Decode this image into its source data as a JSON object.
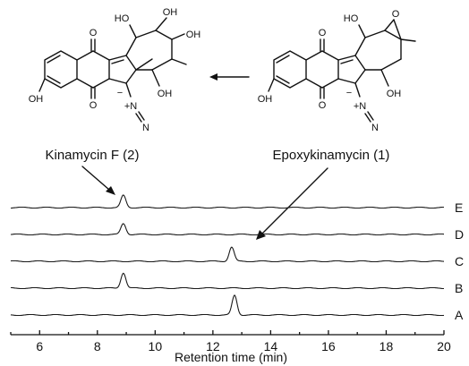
{
  "compounds": [
    {
      "name": "Kinamycin F (2)"
    },
    {
      "name": "Epoxykinamycin (1)"
    }
  ],
  "atoms": {
    "ho": "HO",
    "oh": "OH",
    "o": "O",
    "n_plus": "+N",
    "n": "N",
    "neg": "−"
  },
  "chart_data": {
    "type": "line",
    "xlabel": "Retention time (min)",
    "xlim": [
      5,
      20
    ],
    "xticks": [
      6,
      8,
      10,
      12,
      14,
      16,
      18,
      20
    ],
    "traces": [
      {
        "label": "A",
        "peaks": [
          {
            "x": 12.75,
            "height": 1.0
          }
        ]
      },
      {
        "label": "B",
        "peaks": [
          {
            "x": 8.9,
            "height": 0.78
          }
        ]
      },
      {
        "label": "C",
        "peaks": [
          {
            "x": 12.65,
            "height": 0.72
          }
        ]
      },
      {
        "label": "D",
        "peaks": [
          {
            "x": 8.9,
            "height": 0.55
          }
        ]
      },
      {
        "label": "E",
        "peaks": [
          {
            "x": 8.9,
            "height": 0.62
          }
        ]
      }
    ]
  }
}
